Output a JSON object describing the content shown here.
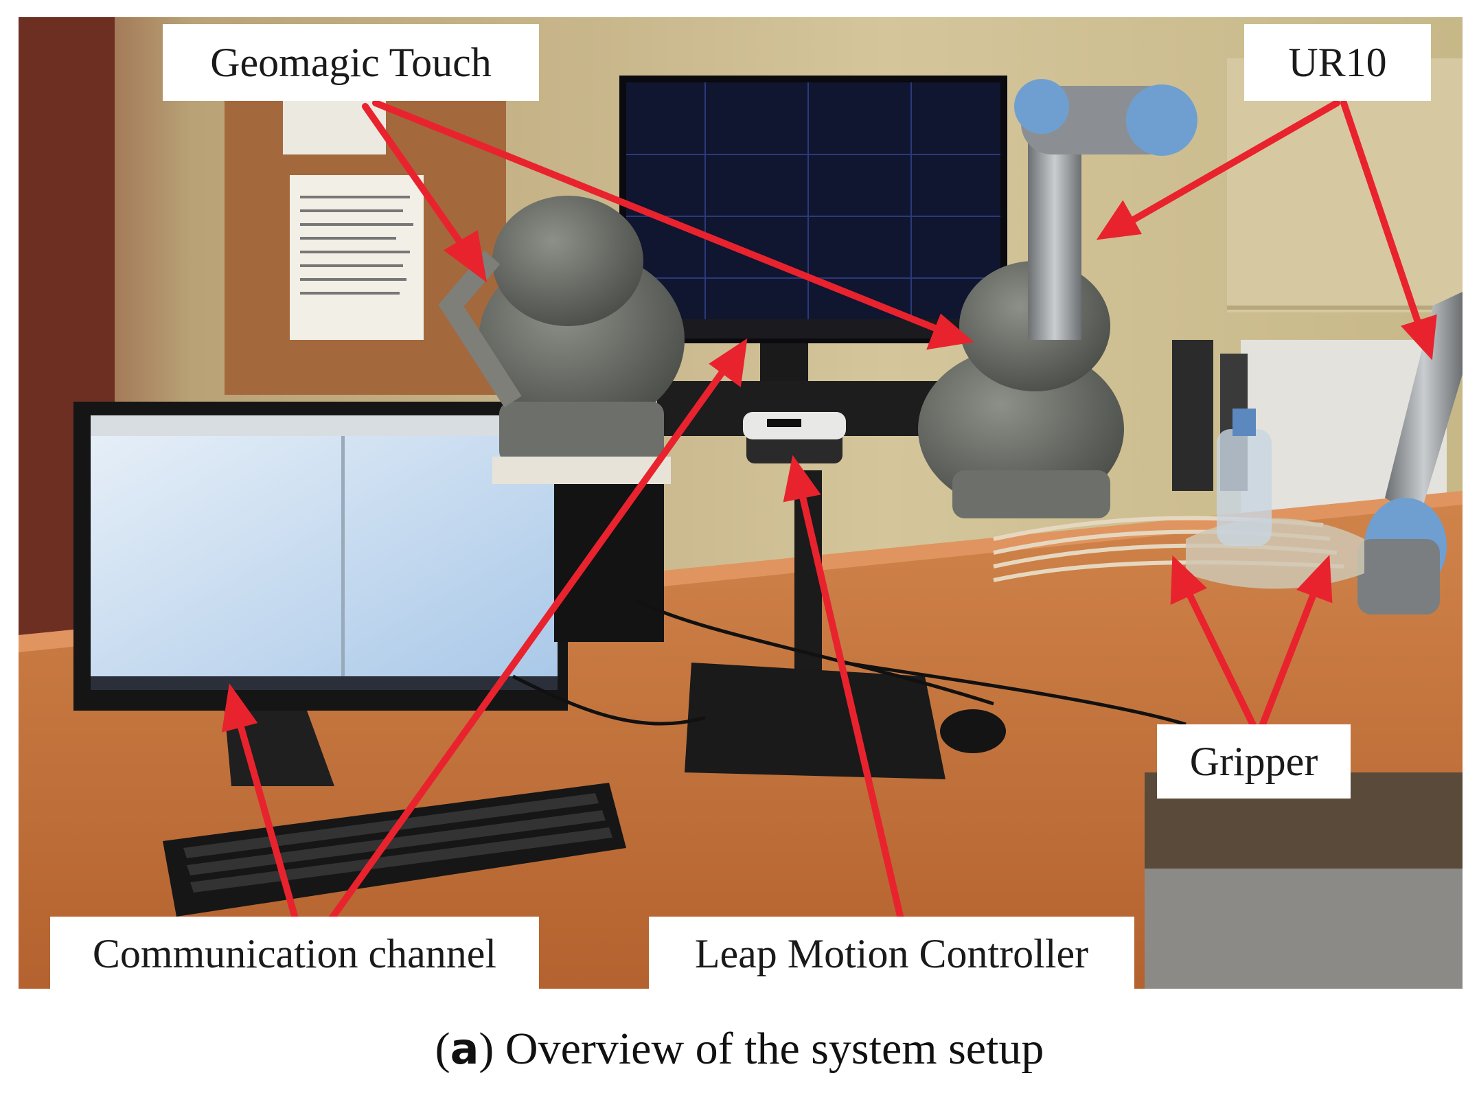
{
  "labels": {
    "geomagic_touch": "Geomagic Touch",
    "ur10": "UR10",
    "gripper": "Gripper",
    "communication_channel": "Communication channel",
    "leap_motion_controller": "Leap Motion Controller"
  },
  "caption": {
    "open_paren": "(",
    "letter": "a",
    "close_paren": ")",
    "text": " Overview of the system setup"
  },
  "colors": {
    "arrow": "#e8232e",
    "label_background": "#ffffff",
    "wall": "#c9b98a",
    "desk": "#c8783f"
  }
}
